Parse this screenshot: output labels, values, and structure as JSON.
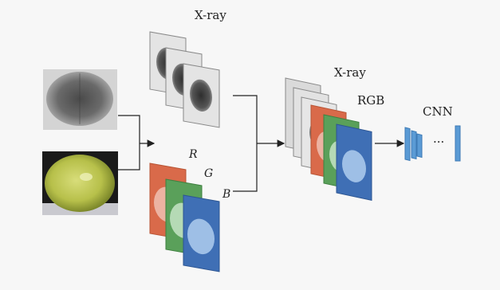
{
  "labels": {
    "xray_top": "X-ray",
    "r": "R",
    "g": "G",
    "b": "B",
    "xray_stack": "X-ray",
    "rgb_stack": "RGB",
    "cnn": "CNN",
    "ellipsis": "···"
  },
  "colors": {
    "red_channel": "#d96a4a",
    "green_channel": "#5aa05a",
    "blue_channel": "#3f6fb5",
    "xray_frame": "#bdbdbd",
    "cnn_block": "#5b9bd5",
    "arrow": "#222222"
  }
}
